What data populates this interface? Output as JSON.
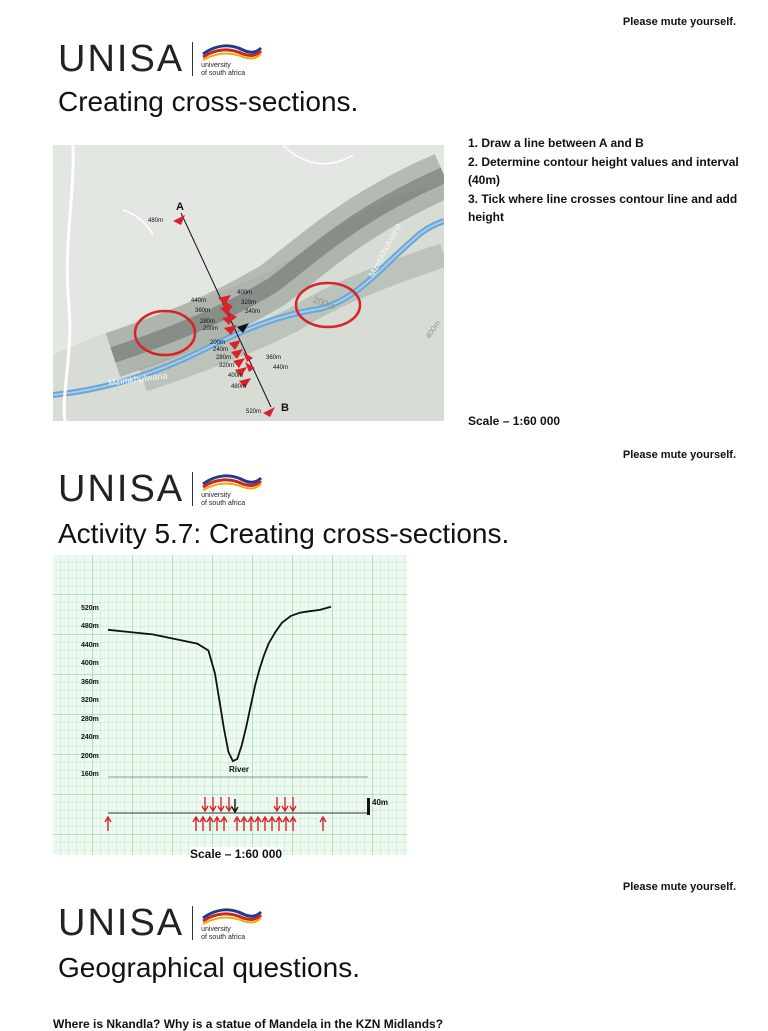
{
  "slides": [
    {
      "mute": "Please mute yourself.",
      "title": "Creating cross-sections.",
      "steps": [
        "1. Draw a line between A and B",
        "2. Determine contour height values and interval (40m)",
        "3. Tick where line crosses contour line and add height"
      ],
      "scale": "Scale – 1:60 000",
      "map": {
        "river_label": "Mzimkhulwana",
        "point_a": "A",
        "point_b": "B",
        "contour_200": "200m",
        "contour_400": "400m",
        "labels_left": [
          "480m",
          "440m",
          "360m",
          "280m",
          "200m",
          "200m",
          "240m",
          "280m",
          "320m",
          "400m",
          "480m",
          "520m"
        ],
        "labels_right": [
          "400m",
          "320m",
          "240m",
          "360m",
          "440m"
        ]
      }
    },
    {
      "mute": "Please mute yourself.",
      "title": "Activity 5.7: Creating cross-sections.",
      "scale": "Scale – 1:60 000",
      "chart_data": {
        "type": "line",
        "title": "",
        "ylabel": "",
        "xlabel": "",
        "y_ticks": [
          "520m",
          "480m",
          "440m",
          "400m",
          "360m",
          "320m",
          "280m",
          "240m",
          "200m",
          "160m"
        ],
        "ylim": [
          160,
          520
        ],
        "river_label": "River",
        "interval_label": "40m",
        "series": [
          {
            "x": [
              0,
              10,
              20,
              30,
              40,
              45,
              48,
              50,
              52,
              54,
              56,
              58,
              60,
              62,
              64,
              66,
              68,
              70,
              72,
              75,
              78,
              82,
              86,
              90,
              95,
              100
            ],
            "values": [
              475,
              470,
              465,
              455,
              445,
              430,
              380,
              320,
              260,
              210,
              190,
              195,
              225,
              265,
              310,
              355,
              390,
              420,
              445,
              470,
              490,
              505,
              512,
              515,
              518,
              525
            ]
          }
        ]
      }
    },
    {
      "mute": "Please mute yourself.",
      "title": "Geographical questions.",
      "question": "Where is Nkandla? Why is a statue of Mandela in the KZN Midlands?"
    }
  ],
  "logo": {
    "word": "UNISA",
    "sub1": "university",
    "sub2": "of south africa"
  }
}
